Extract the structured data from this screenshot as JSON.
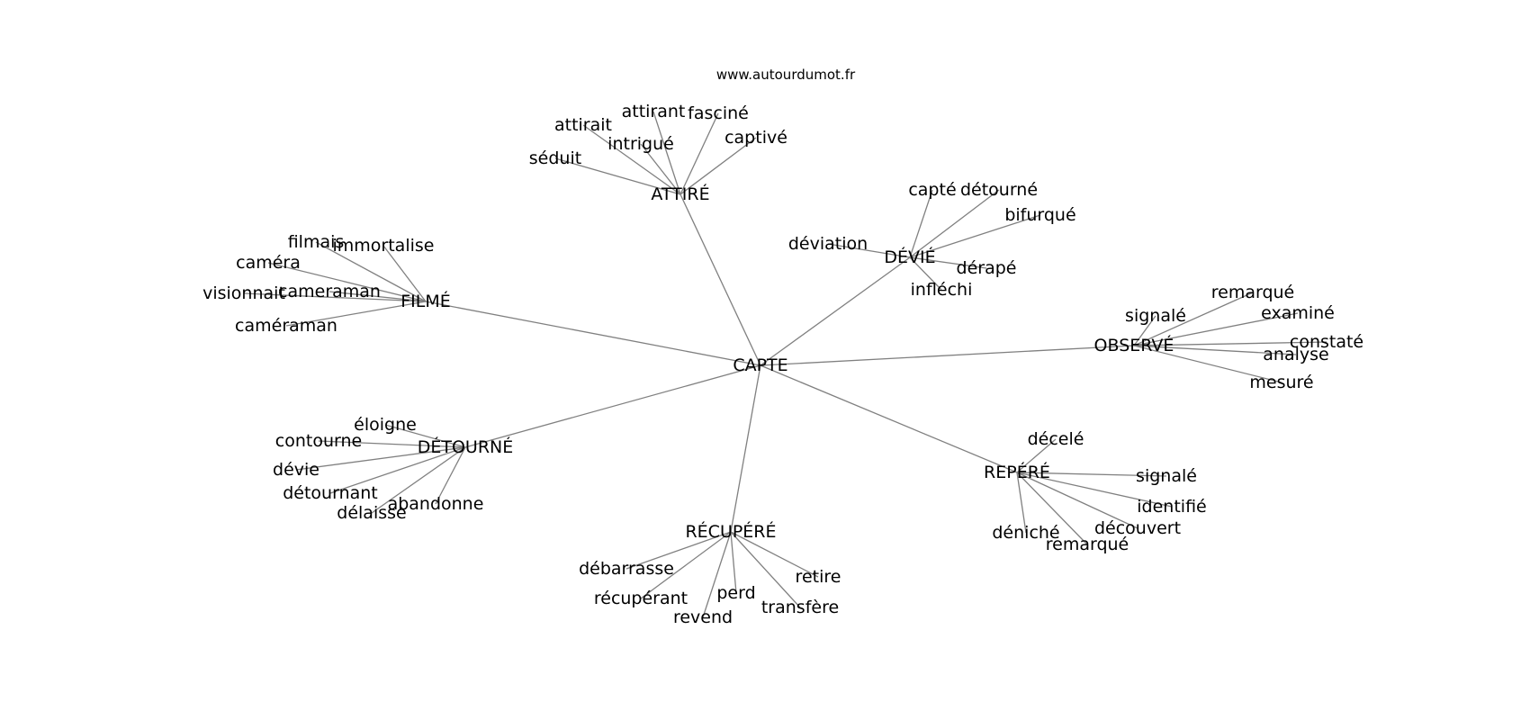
{
  "site": "www.autourdumot.fr",
  "colors": {
    "edge": "#808080",
    "text": "#000000",
    "background": "#ffffff"
  },
  "graph": {
    "root": "CAPTE",
    "hubs": [
      {
        "id": "attire",
        "label": "ATTIRÉ",
        "words": [
          "séduit",
          "attirait",
          "intrigué",
          "attirant",
          "fasciné",
          "captivé"
        ]
      },
      {
        "id": "devie",
        "label": "DÉVIÉ",
        "words": [
          "capté",
          "détourné",
          "bifurqué",
          "déviation",
          "dérapé",
          "infléchi"
        ]
      },
      {
        "id": "filme",
        "label": "FILMÉ",
        "words": [
          "filmais",
          "immortalise",
          "caméra",
          "visionnait",
          "cameraman",
          "caméraman"
        ]
      },
      {
        "id": "observe",
        "label": "OBSERVÉ",
        "words": [
          "signalé",
          "remarqué",
          "examiné",
          "constaté",
          "analyse",
          "mesuré"
        ]
      },
      {
        "id": "detourne",
        "label": "DÉTOURNÉ",
        "words": [
          "éloigne",
          "contourne",
          "dévie",
          "détournant",
          "délaisse",
          "abandonne"
        ]
      },
      {
        "id": "repere",
        "label": "REPÉRÉ",
        "words": [
          "décelé",
          "signalé",
          "identifié",
          "découvert",
          "déniché",
          "remarqué"
        ]
      },
      {
        "id": "recupere",
        "label": "RÉCUPÉRÉ",
        "words": [
          "débarrasse",
          "récupérant",
          "revend",
          "perd",
          "retire",
          "transfère"
        ]
      }
    ]
  }
}
